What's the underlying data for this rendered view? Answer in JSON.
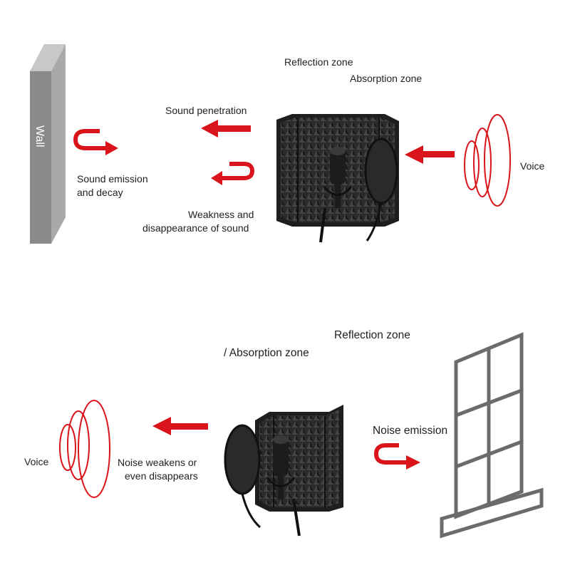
{
  "colors": {
    "arrow": "#d9141b",
    "voice": "#d9141b",
    "wall_face": "#8c8c8c",
    "wall_side": "#bdbdbd",
    "foam": "#2a2a2a",
    "window": "#6b6b6b"
  },
  "top": {
    "wall_label": "Wall",
    "reflection_zone": "Reflection zone",
    "absorption_zone": "Absorption zone",
    "sound_penetration": "Sound penetration",
    "sound_emission_line1": "Sound emission",
    "sound_emission_line2": "and decay",
    "weakness_line1": "Weakness and",
    "weakness_line2": "disappearance of sound",
    "voice": "Voice"
  },
  "bottom": {
    "reflection_zone": "Reflection zone",
    "absorption_zone": "/ Absorption zone",
    "noise_emission": "Noise emission",
    "voice": "Voice",
    "noise_weakens_line1": "Noise weakens or",
    "noise_weakens_line2": "even disappears"
  }
}
